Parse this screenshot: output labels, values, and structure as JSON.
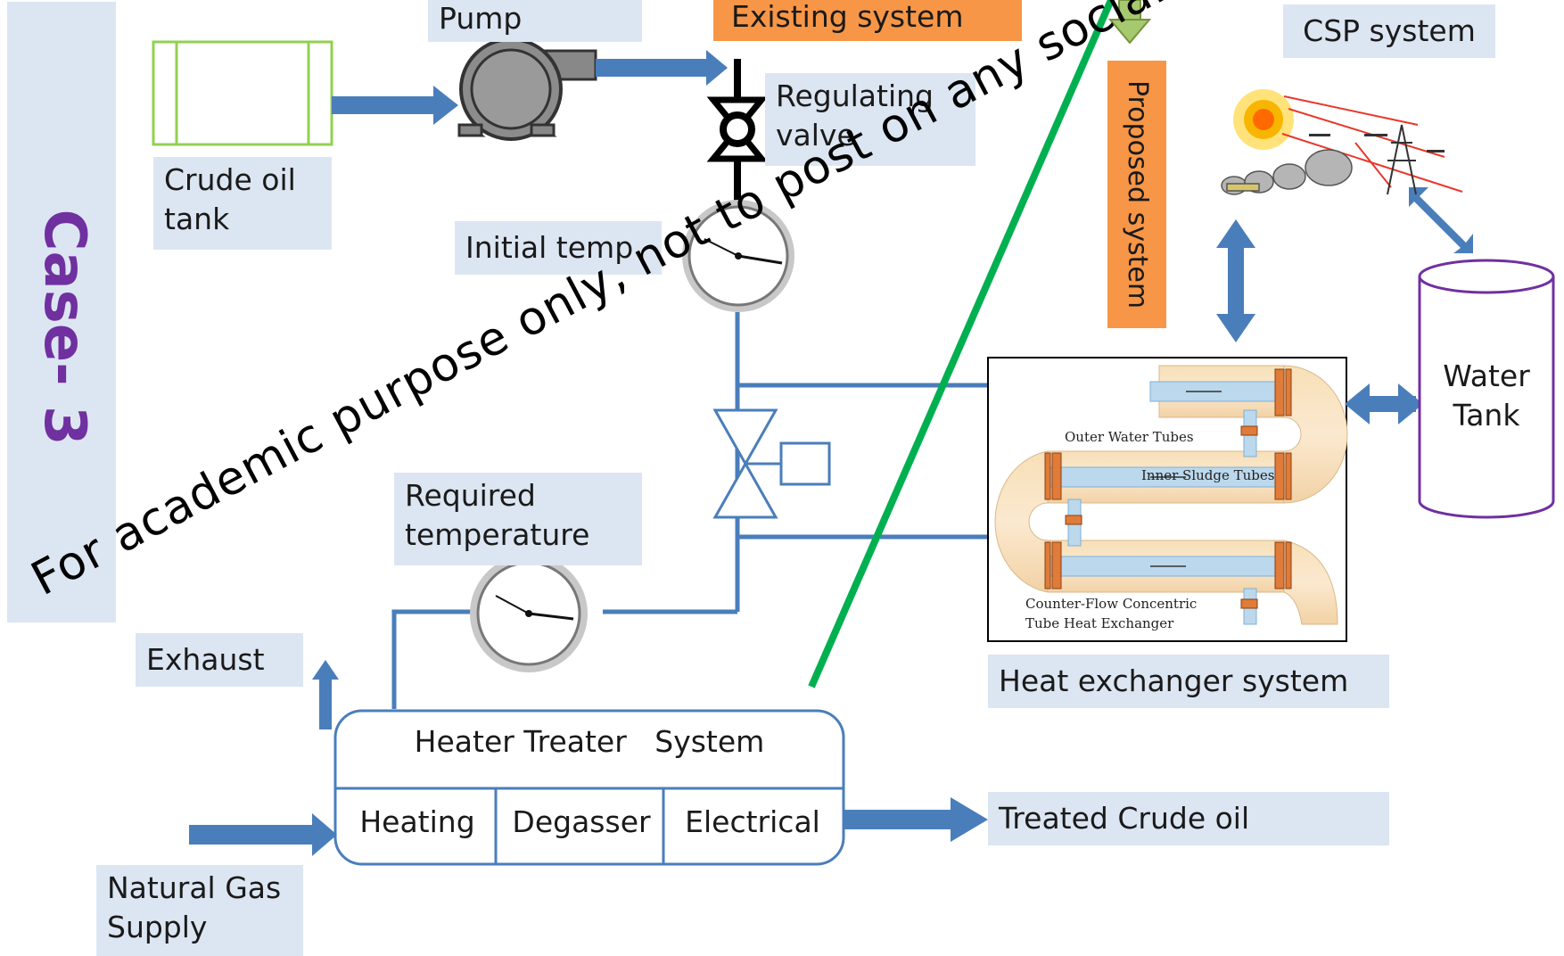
{
  "case_label": "Case- 3",
  "labels": {
    "pump": "Pump",
    "existing_system": "Existing system",
    "csp_system": "CSP system",
    "crude_oil_tank": "Crude oil tank",
    "regulating_valve": "Regulating valve",
    "initial_temp": "Initial temp",
    "proposed_system": "Proposed system",
    "water_tank": "Water Tank",
    "required_temperature": "Required temperature",
    "exhaust": "Exhaust",
    "heat_exchanger_system": "Heat exchanger system",
    "treated_crude_oil": "Treated Crude oil",
    "natural_gas_supply": "Natural Gas Supply"
  },
  "heater_treater": {
    "title": "Heater Treater   System",
    "cells": [
      "Heating",
      "Degasser",
      "Electrical"
    ]
  },
  "heat_exchanger_image": {
    "outer": "Outer Water Tubes",
    "inner": "Inner Sludge Tubes",
    "caption_1": "Counter-Flow Concentric",
    "caption_2": "Tube Heat Exchanger"
  },
  "watermark": "For academic purpose only, not to post on any social media or internet",
  "colors": {
    "label_bg": "#dce6f2",
    "orange": "#f79646",
    "arrow_blue": "#4a7ebb",
    "green_line": "#00b050",
    "purple": "#7030a0",
    "tank_green": "#92d050"
  }
}
